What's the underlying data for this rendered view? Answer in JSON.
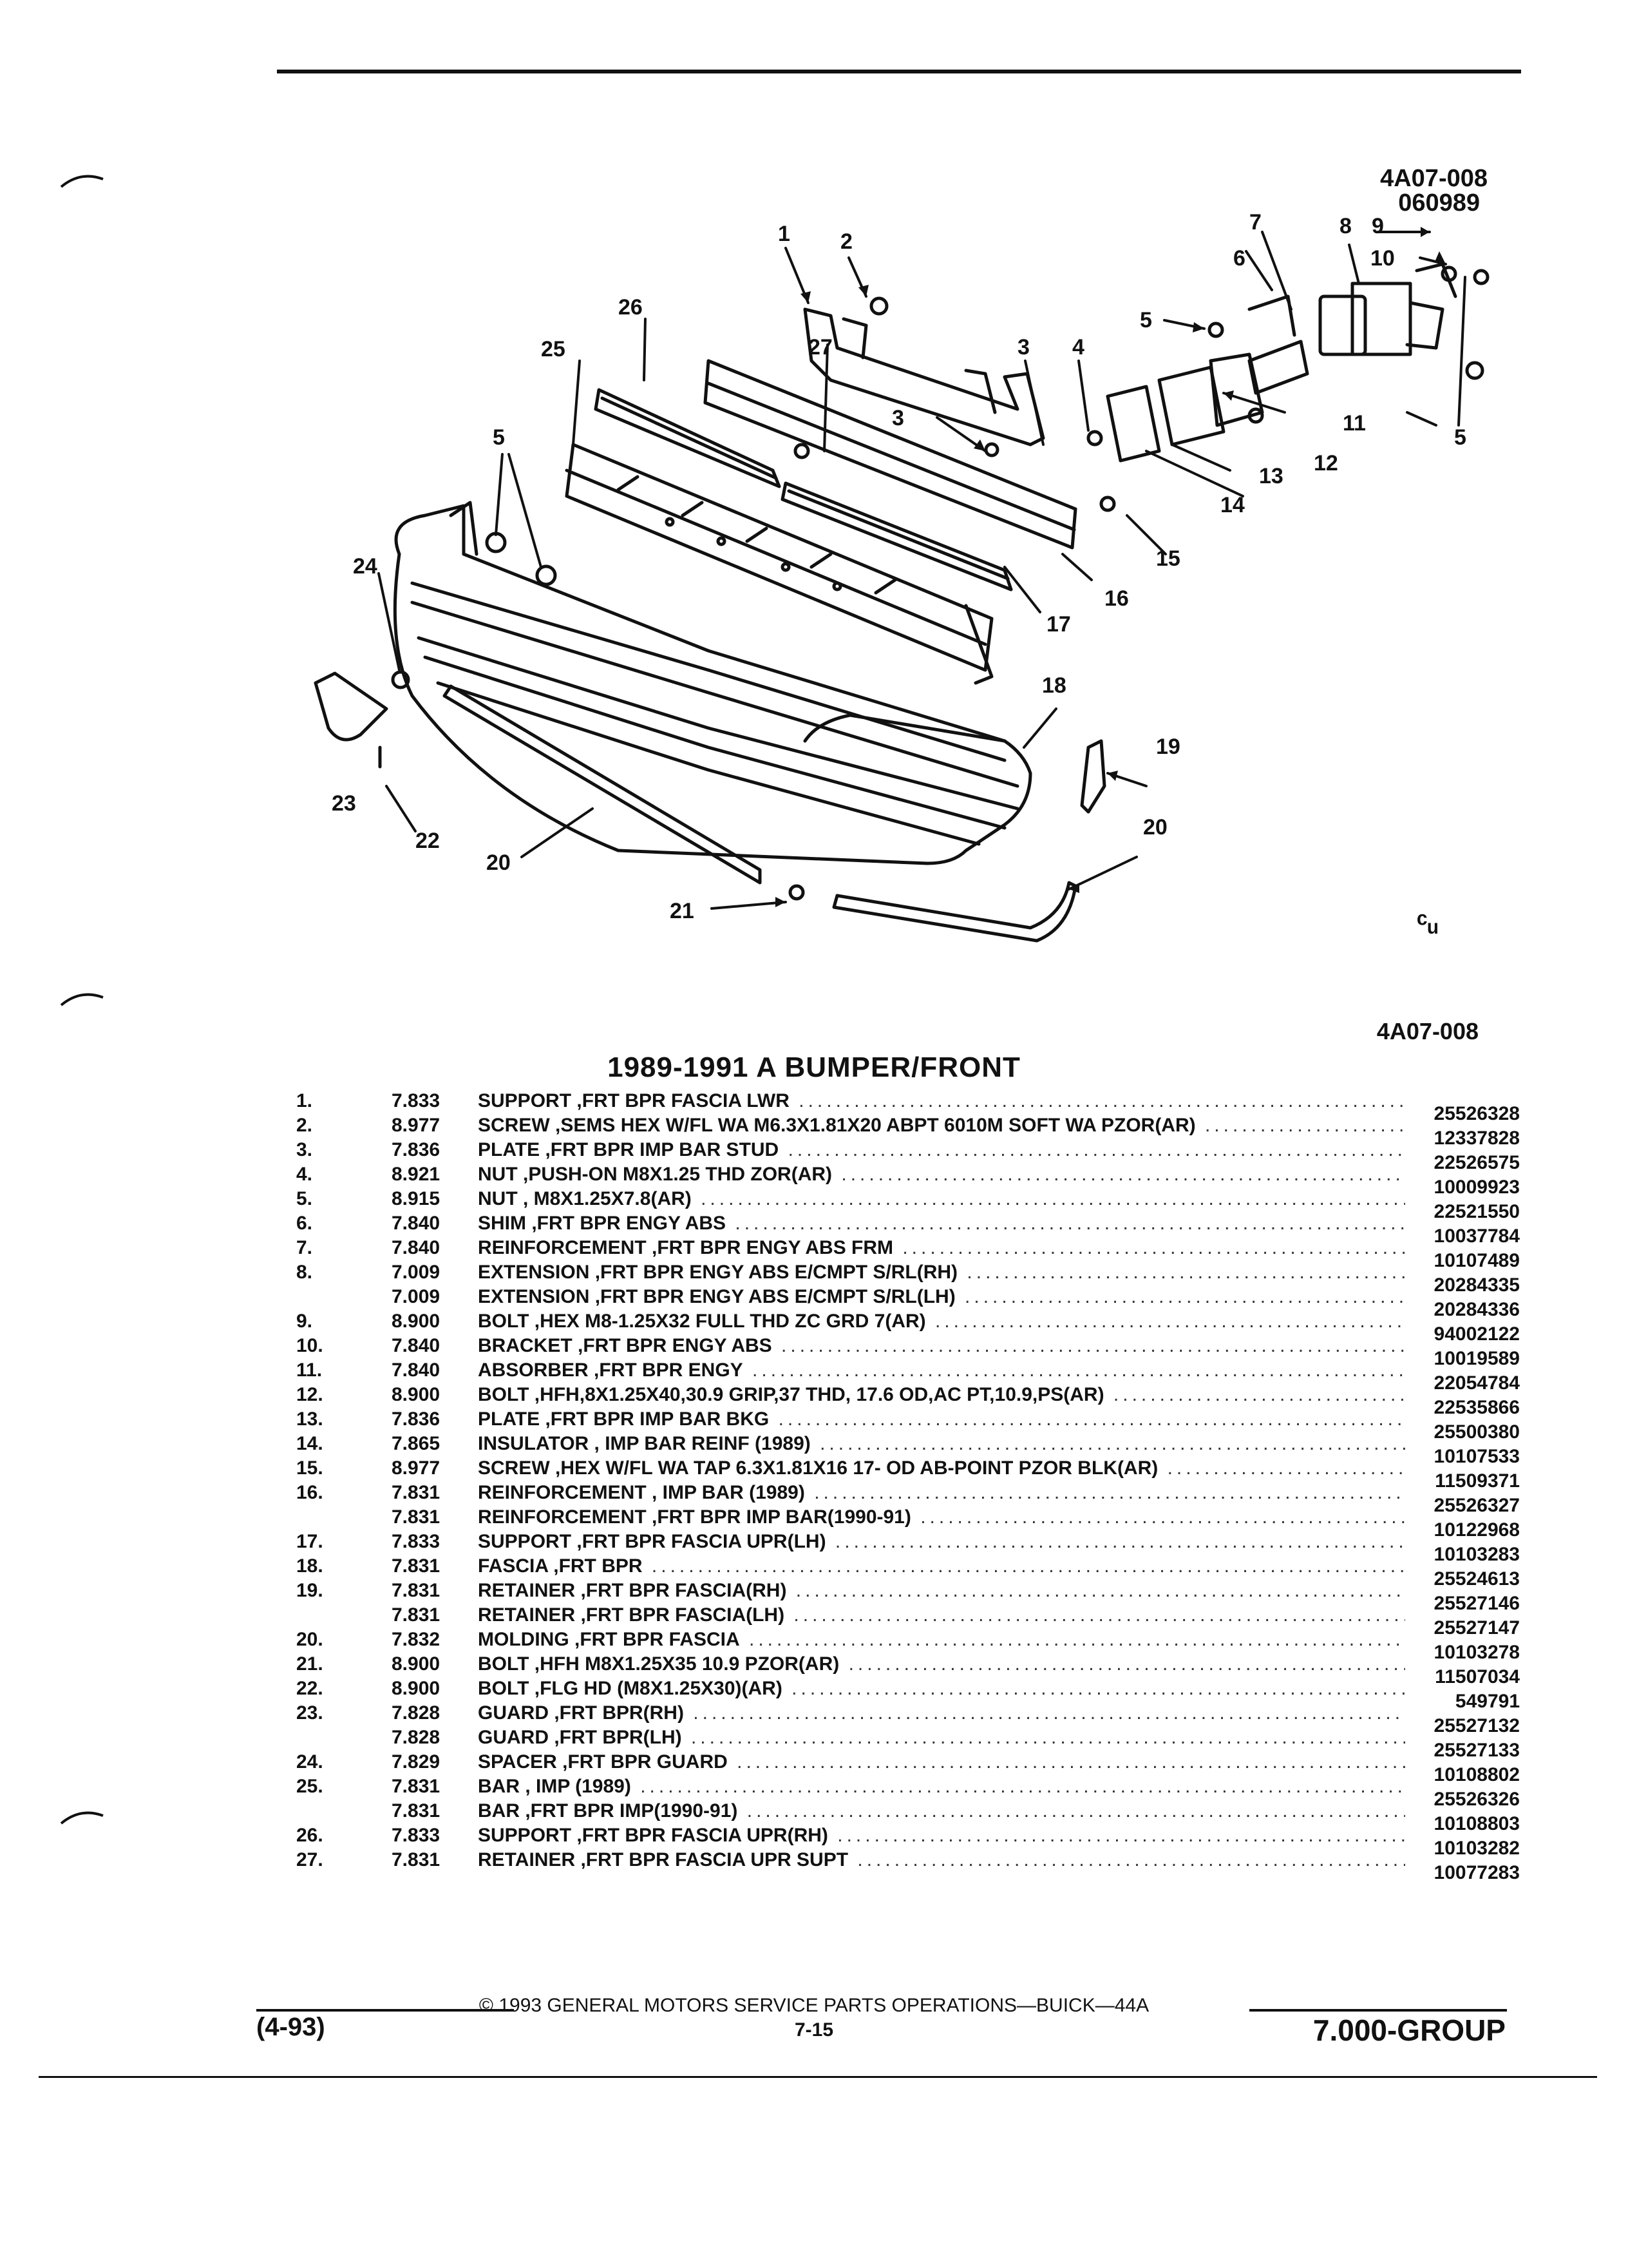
{
  "header": {
    "figure_code": "4A07-008",
    "figure_date": "060989",
    "figure_code_bottom": "4A07-008"
  },
  "diagram": {
    "callouts": [
      "1",
      "2",
      "3",
      "3",
      "4",
      "5",
      "5",
      "5",
      "6",
      "7",
      "8",
      "9",
      "10",
      "11",
      "12",
      "13",
      "14",
      "15",
      "16",
      "17",
      "18",
      "19",
      "20",
      "20",
      "21",
      "22",
      "23",
      "24",
      "25",
      "26",
      "27"
    ],
    "logo_glyph": "ᶜᵤ"
  },
  "title": "1989-1991 A BUMPER/FRONT",
  "parts": [
    {
      "idx": "1.",
      "grp": "7.833",
      "desc": "SUPPORT ,FRT BPR FASCIA LWR",
      "pn": "25526328"
    },
    {
      "idx": "2.",
      "grp": "8.977",
      "desc": "SCREW ,SEMS HEX W/FL WA M6.3X1.81X20 ABPT 6010M SOFT WA PZOR(AR)",
      "pn": "12337828"
    },
    {
      "idx": "3.",
      "grp": "7.836",
      "desc": "PLATE ,FRT BPR IMP BAR STUD",
      "pn": "22526575"
    },
    {
      "idx": "4.",
      "grp": "8.921",
      "desc": "NUT ,PUSH-ON M8X1.25 THD ZOR(AR)",
      "pn": "10009923"
    },
    {
      "idx": "5.",
      "grp": "8.915",
      "desc": "NUT , M8X1.25X7.8(AR)",
      "pn": "22521550"
    },
    {
      "idx": "6.",
      "grp": "7.840",
      "desc": "SHIM ,FRT BPR ENGY ABS",
      "pn": "10037784"
    },
    {
      "idx": "7.",
      "grp": "7.840",
      "desc": "REINFORCEMENT ,FRT BPR ENGY ABS FRM",
      "pn": "10107489"
    },
    {
      "idx": "8.",
      "grp": "7.009",
      "desc": "EXTENSION ,FRT BPR ENGY ABS E/CMPT S/RL(RH)",
      "pn": "20284335"
    },
    {
      "idx": "",
      "grp": "7.009",
      "desc": "EXTENSION ,FRT BPR ENGY ABS E/CMPT S/RL(LH)",
      "pn": "20284336"
    },
    {
      "idx": "9.",
      "grp": "8.900",
      "desc": "BOLT ,HEX M8-1.25X32 FULL THD ZC GRD 7(AR)",
      "pn": "94002122"
    },
    {
      "idx": "10.",
      "grp": "7.840",
      "desc": "BRACKET ,FRT BPR ENGY ABS",
      "pn": "10019589"
    },
    {
      "idx": "11.",
      "grp": "7.840",
      "desc": "ABSORBER ,FRT BPR ENGY",
      "pn": "22054784"
    },
    {
      "idx": "12.",
      "grp": "8.900",
      "desc": "BOLT ,HFH,8X1.25X40,30.9 GRIP,37 THD, 17.6 OD,AC PT,10.9,PS(AR)",
      "pn": "22535866"
    },
    {
      "idx": "13.",
      "grp": "7.836",
      "desc": "PLATE ,FRT BPR IMP BAR BKG",
      "pn": "25500380"
    },
    {
      "idx": "14.",
      "grp": "7.865",
      "desc": "INSULATOR , IMP BAR REINF (1989)",
      "pn": "10107533"
    },
    {
      "idx": "15.",
      "grp": "8.977",
      "desc": "SCREW ,HEX W/FL WA TAP 6.3X1.81X16 17- OD AB-POINT PZOR BLK(AR)",
      "pn": "11509371"
    },
    {
      "idx": "16.",
      "grp": "7.831",
      "desc": "REINFORCEMENT , IMP BAR (1989)",
      "pn": "25526327"
    },
    {
      "idx": "",
      "grp": "7.831",
      "desc": "REINFORCEMENT ,FRT BPR IMP BAR(1990-91)",
      "pn": "10122968"
    },
    {
      "idx": "17.",
      "grp": "7.833",
      "desc": "SUPPORT ,FRT BPR FASCIA UPR(LH)",
      "pn": "10103283"
    },
    {
      "idx": "18.",
      "grp": "7.831",
      "desc": "FASCIA ,FRT BPR",
      "pn": "25524613"
    },
    {
      "idx": "19.",
      "grp": "7.831",
      "desc": "RETAINER ,FRT BPR FASCIA(RH)",
      "pn": "25527146"
    },
    {
      "idx": "",
      "grp": "7.831",
      "desc": "RETAINER ,FRT BPR FASCIA(LH)",
      "pn": "25527147"
    },
    {
      "idx": "20.",
      "grp": "7.832",
      "desc": "MOLDING ,FRT BPR FASCIA",
      "pn": "10103278"
    },
    {
      "idx": "21.",
      "grp": "8.900",
      "desc": "BOLT ,HFH M8X1.25X35 10.9 PZOR(AR)",
      "pn": "11507034"
    },
    {
      "idx": "22.",
      "grp": "8.900",
      "desc": "BOLT ,FLG HD (M8X1.25X30)(AR)",
      "pn": "549791"
    },
    {
      "idx": "23.",
      "grp": "7.828",
      "desc": "GUARD ,FRT BPR(RH)",
      "pn": "25527132"
    },
    {
      "idx": "",
      "grp": "7.828",
      "desc": "GUARD ,FRT BPR(LH)",
      "pn": "25527133"
    },
    {
      "idx": "24.",
      "grp": "7.829",
      "desc": "SPACER ,FRT BPR GUARD",
      "pn": "10108802"
    },
    {
      "idx": "25.",
      "grp": "7.831",
      "desc": "BAR , IMP (1989)",
      "pn": "25526326"
    },
    {
      "idx": "",
      "grp": "7.831",
      "desc": "BAR ,FRT BPR IMP(1990-91)",
      "pn": "10108803"
    },
    {
      "idx": "26.",
      "grp": "7.833",
      "desc": "SUPPORT ,FRT BPR FASCIA UPR(RH)",
      "pn": "10103282"
    },
    {
      "idx": "27.",
      "grp": "7.831",
      "desc": "RETAINER ,FRT BPR FASCIA UPR SUPT",
      "pn": "10077283"
    }
  ],
  "footer": {
    "copyright": "© 1993 GENERAL MOTORS SERVICE PARTS OPERATIONS—BUICK—44A",
    "page": "7-15",
    "date": "(4-93)",
    "group": "7.000-GROUP"
  }
}
